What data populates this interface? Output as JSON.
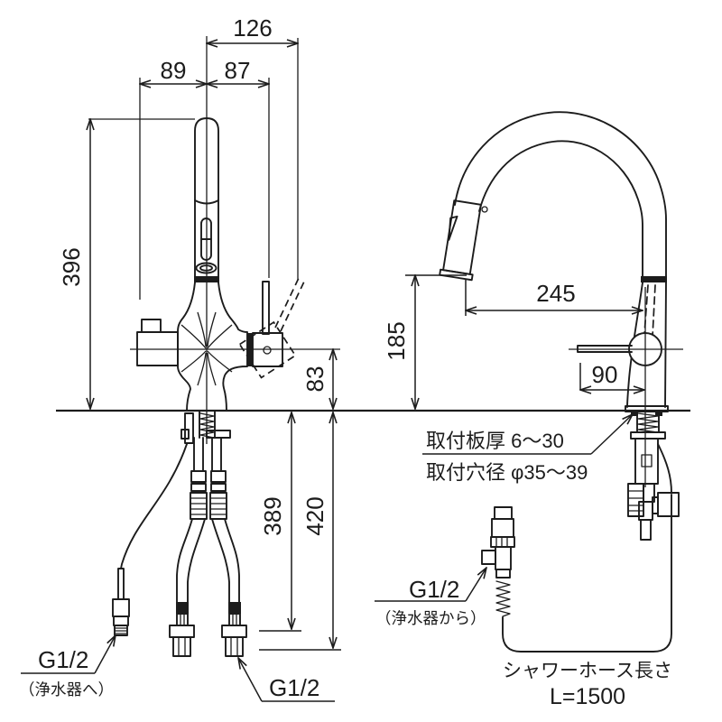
{
  "colors": {
    "line": "#1c1c1c",
    "background": "#ffffff"
  },
  "front_view": {
    "dims": {
      "spout_total_width": "126",
      "spout_left": "89",
      "spout_right": "87",
      "height": "396",
      "body_height": "83",
      "hose_length_1": "389",
      "hose_length_2": "420"
    },
    "labels": {
      "connection_left": "G1/2",
      "connection_left_note": "（浄水器へ）",
      "connection_bottom": "G1/2"
    }
  },
  "side_view": {
    "dims": {
      "spout_reach": "245",
      "spout_height": "185",
      "handle_length": "90"
    },
    "labels": {
      "mounting_thickness": "取付板厚 6～30",
      "mounting_hole": "取付穴径 φ35～39",
      "connection": "G1/2",
      "connection_note": "（浄水器から）",
      "shower_hose": "シャワーホース長さ",
      "shower_hose_length": "L=1500"
    }
  }
}
